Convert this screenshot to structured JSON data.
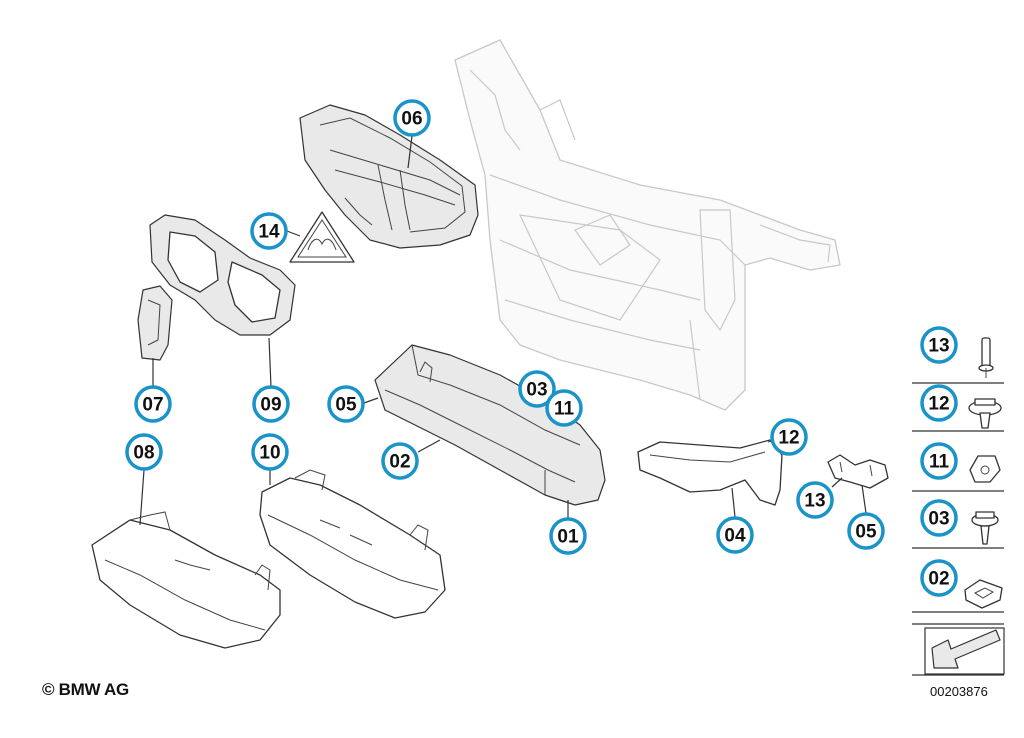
{
  "copyright": "© BMW AG",
  "diagram_number": "00203876",
  "callouts": {
    "c06": "06",
    "c14": "14",
    "c07": "07",
    "c09": "09",
    "c08": "08",
    "c10": "10",
    "c05a": "05",
    "c03": "03",
    "c11": "11",
    "c02": "02",
    "c01": "01",
    "c12": "12",
    "c04": "04",
    "c13": "13",
    "c05b": "05"
  },
  "legend": [
    "13",
    "12",
    "11",
    "03",
    "02"
  ],
  "colors": {
    "callout_ring": "#1a93c9",
    "ghost_parts": "#c8c8c8",
    "lines": "#333333"
  }
}
